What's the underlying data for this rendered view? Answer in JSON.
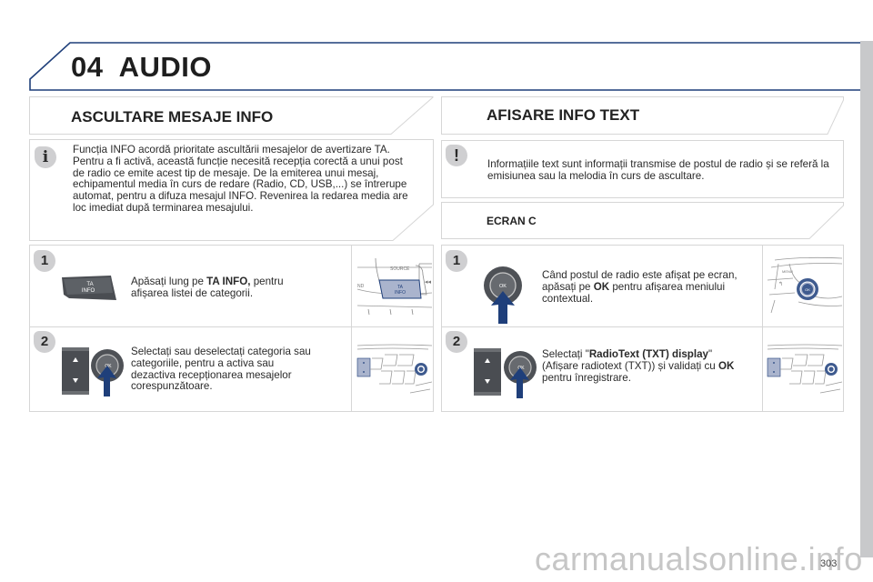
{
  "header": {
    "chapter_number": "04",
    "chapter_title": "AUDIO",
    "accent_color": "#1f3f7a"
  },
  "left_section": {
    "title": "ASCULTARE MESAJE INFO",
    "info_note": {
      "icon": "info-icon",
      "badge": "i",
      "text": "Funcția INFO acordă prioritate ascultării mesajelor de avertizare TA. Pentru a fi activă, această funcție necesită recepția corectă a unui post de radio ce emite acest tip de mesaje. De la emiterea unui mesaj, echipamentul media în curs de redare (Radio, CD, USB,...) se întrerupe automat, pentru a difuza mesajul INFO. Revenirea la redarea media are loc imediat după terminarea mesajului."
    },
    "steps": [
      {
        "number": "1",
        "button_label_top": "TA",
        "button_label_bottom": "INFO",
        "text_before": "Apăsați lung pe ",
        "text_bold": "TA INFO,",
        "text_after": " pentru afișarea listei de categorii.",
        "illustration_labels": {
          "source": "SOURCE",
          "ta": "TA",
          "info": "INFO",
          "nd": "ND"
        }
      },
      {
        "number": "2",
        "knob_label": "OK",
        "text": "Selectați sau deselectați categoria sau categoriile, pentru a activa sau dezactiva recepționarea mesajelor corespunzătoare."
      }
    ]
  },
  "right_section": {
    "title": "AFISARE INFO TEXT",
    "warning_note": {
      "icon": "warning-icon",
      "badge": "!",
      "text": "Informațiile text sunt informații transmise de postul de radio și se referă la emisiunea sau la melodia în curs de ascultare."
    },
    "subsection_title": "ECRAN C",
    "steps": [
      {
        "number": "1",
        "knob_label": "OK",
        "text_before": "Când postul de radio este afișat pe ecran, apăsați pe ",
        "text_bold": "OK",
        "text_after": " pentru afișarea meniului contextual.",
        "illustration_labels": {
          "menu": "MENU",
          "ok": "OK"
        }
      },
      {
        "number": "2",
        "knob_label": "OK",
        "text_before": "Selectați \"",
        "text_bold": "RadioText (TXT) display",
        "text_middle": "\" (Afișare radiotext (TXT)) și validați cu ",
        "text_bold2": "OK",
        "text_after": " pentru înregistrare."
      }
    ]
  },
  "footer": {
    "page_number": "303",
    "watermark": "carmanualsonline.info"
  }
}
